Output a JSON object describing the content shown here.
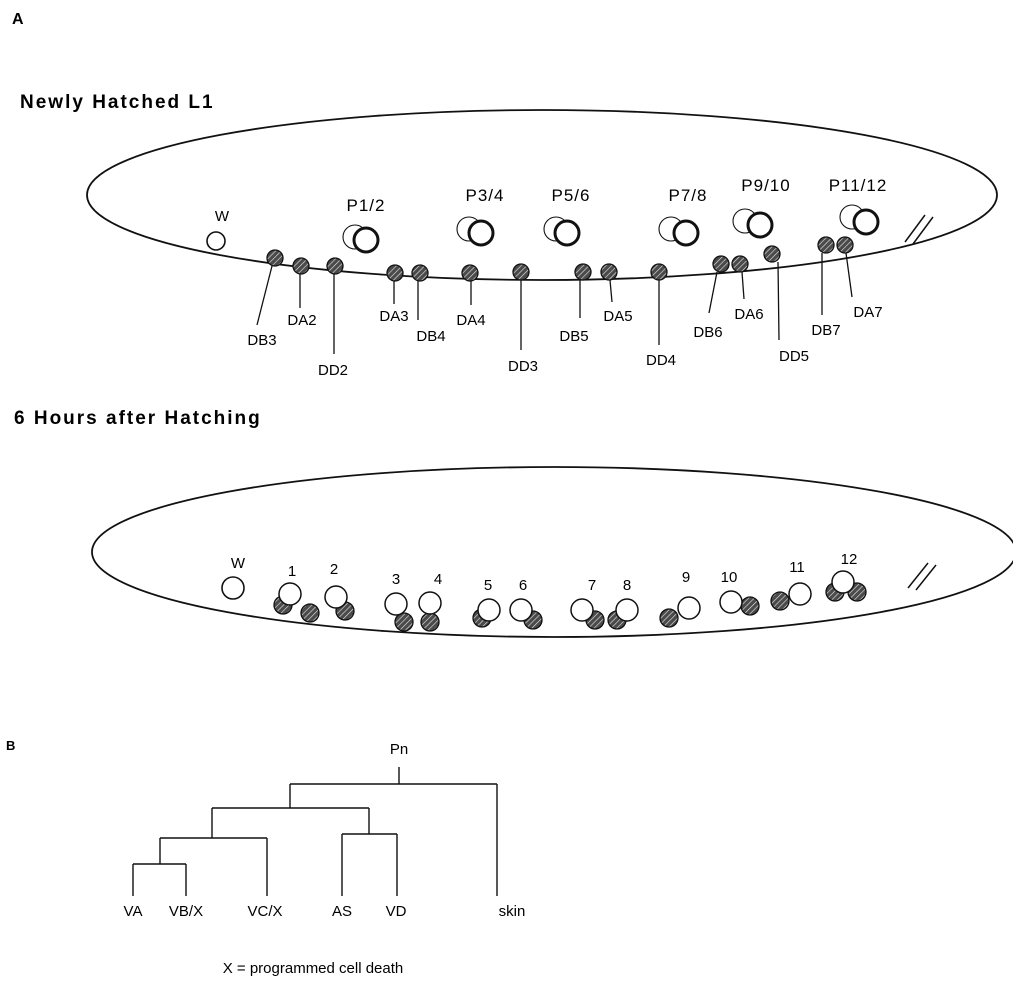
{
  "panel_a": {
    "letter": "A",
    "hatched": {
      "title": "Newly Hatched  L1",
      "w_label": "W",
      "p_labels": [
        "P1/2",
        "P3/4",
        "P5/6",
        "P7/8",
        "P9/10",
        "P11/12"
      ],
      "neuron_labels": [
        "DB3",
        "DA2",
        "DD2",
        "DA3",
        "DB4",
        "DA4",
        "DD3",
        "DB5",
        "DA5",
        "DD4",
        "DB6",
        "DA6",
        "DD5",
        "DB7",
        "DA7"
      ]
    },
    "six_hours": {
      "title": "6  Hours  after  Hatching",
      "w_label": "W",
      "numbers": [
        "1",
        "2",
        "3",
        "4",
        "5",
        "6",
        "7",
        "8",
        "9",
        "10",
        "11",
        "12"
      ]
    }
  },
  "panel_b": {
    "letter": "B",
    "root": "Pn",
    "leaves": [
      "VA",
      "VB/X",
      "VC/X",
      "AS",
      "VD",
      "skin"
    ],
    "legend": "X = programmed cell death"
  }
}
